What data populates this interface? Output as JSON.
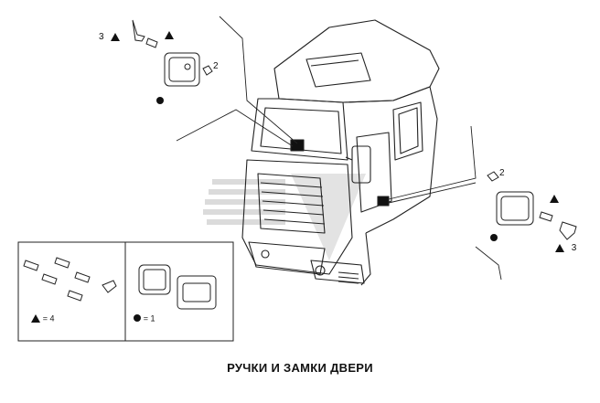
{
  "title": "РУЧКИ И ЗАМКИ ДВЕРИ",
  "callouts": {
    "left_top_num": "3",
    "left_clip_num": "2",
    "right_clip_num": "2",
    "right_bottom_num": "3"
  },
  "legend": {
    "triangle_text": "= 4",
    "dot_text": "= 1"
  },
  "colors": {
    "line": "#222222",
    "watermark": "#c8c8c8"
  }
}
